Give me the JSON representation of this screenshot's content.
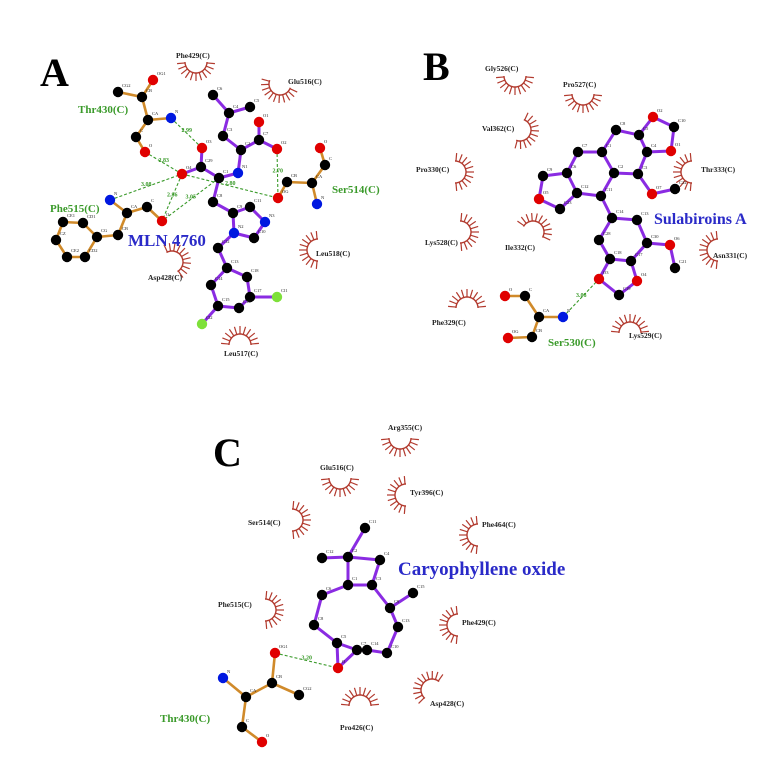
{
  "colors": {
    "ligand_bond": "#8a2be2",
    "residue_bond": "#d08a2a",
    "hbond": "#3a9a2a",
    "hydrophobic": "#b23a2e",
    "carbon": "#000000",
    "oxygen": "#e00000",
    "nitrogen": "#0018e0",
    "chlorine": "#7ee03a",
    "ligand_label": "#2a2ac8"
  },
  "panels": [
    {
      "letter": "A",
      "ligand_name": "MLN 4760",
      "hbond_residues": [
        "Thr430(C)",
        "Phe515(C)",
        "Ser514(C)"
      ],
      "hydrophobic_residues": [
        "Phe429(C)",
        "Glu516(C)",
        "Leu518(C)",
        "Asp428(C)",
        "Leu517(C)"
      ],
      "hbond_distances": [
        "2.99",
        "2.83",
        "3.08",
        "2.86",
        "3.05",
        "2.80",
        "2.70"
      ],
      "atom_labels": [
        "C6",
        "C5",
        "C4",
        "C3",
        "C2",
        "C7",
        "O1",
        "O2",
        "N1",
        "C1",
        "C29",
        "O3",
        "O4",
        "C8",
        "C9",
        "C11",
        "N3",
        "C10",
        "N2",
        "C12",
        "C13",
        "C18",
        "C17",
        "Cl1",
        "C16",
        "C15",
        "C14",
        "Cl2",
        "OG1",
        "CB",
        "CG2",
        "CA",
        "N",
        "C",
        "O",
        "N",
        "CA",
        "C",
        "O",
        "CB",
        "CG",
        "CD1",
        "CE1",
        "CZ",
        "CE2",
        "CD2",
        "OG",
        "CB",
        "CA",
        "C",
        "O",
        "N"
      ]
    },
    {
      "letter": "B",
      "ligand_name": "Sulabiroins A",
      "hbond_residues": [
        "Ser530(C)"
      ],
      "hydrophobic_residues": [
        "Gly526(C)",
        "Pro527(C)",
        "Val362(C)",
        "Pro330(C)",
        "Lys528(C)",
        "Ile332(C)",
        "Phe329(C)",
        "Lys529(C)",
        "Thr333(C)",
        "Asn331(C)"
      ],
      "hbond_distances": [
        "3.08"
      ],
      "atom_labels": [
        "C8",
        "C5",
        "O2",
        "C10",
        "O1",
        "C4",
        "C3",
        "O7",
        "C22",
        "C2",
        "C1",
        "C7",
        "C6",
        "C9",
        "O5",
        "C23",
        "C12",
        "C11",
        "C14",
        "C13",
        "C28",
        "C30",
        "O6",
        "C21",
        "C18",
        "C17",
        "O4",
        "C19",
        "O3",
        "N",
        "CA",
        "C",
        "O",
        "CB",
        "OG"
      ]
    },
    {
      "letter": "C",
      "ligand_name": "Caryophyllene oxide",
      "hbond_residues": [
        "Thr430(C)"
      ],
      "hydrophobic_residues": [
        "Arg355(C)",
        "Glu516(C)",
        "Tyr396(C)",
        "Ser514(C)",
        "Phe464(C)",
        "Phe515(C)",
        "Phe429(C)",
        "Asp428(C)",
        "Pro426(C)"
      ],
      "hbond_distances": [
        "3.20"
      ],
      "atom_labels": [
        "C11",
        "C2",
        "C12",
        "C4",
        "C1",
        "C3",
        "C6",
        "C8",
        "C5",
        "C7",
        "C14",
        "C10",
        "C13",
        "C9",
        "C15",
        "O",
        "OG1",
        "CB",
        "CG2",
        "CA",
        "N",
        "C",
        "O"
      ]
    }
  ]
}
